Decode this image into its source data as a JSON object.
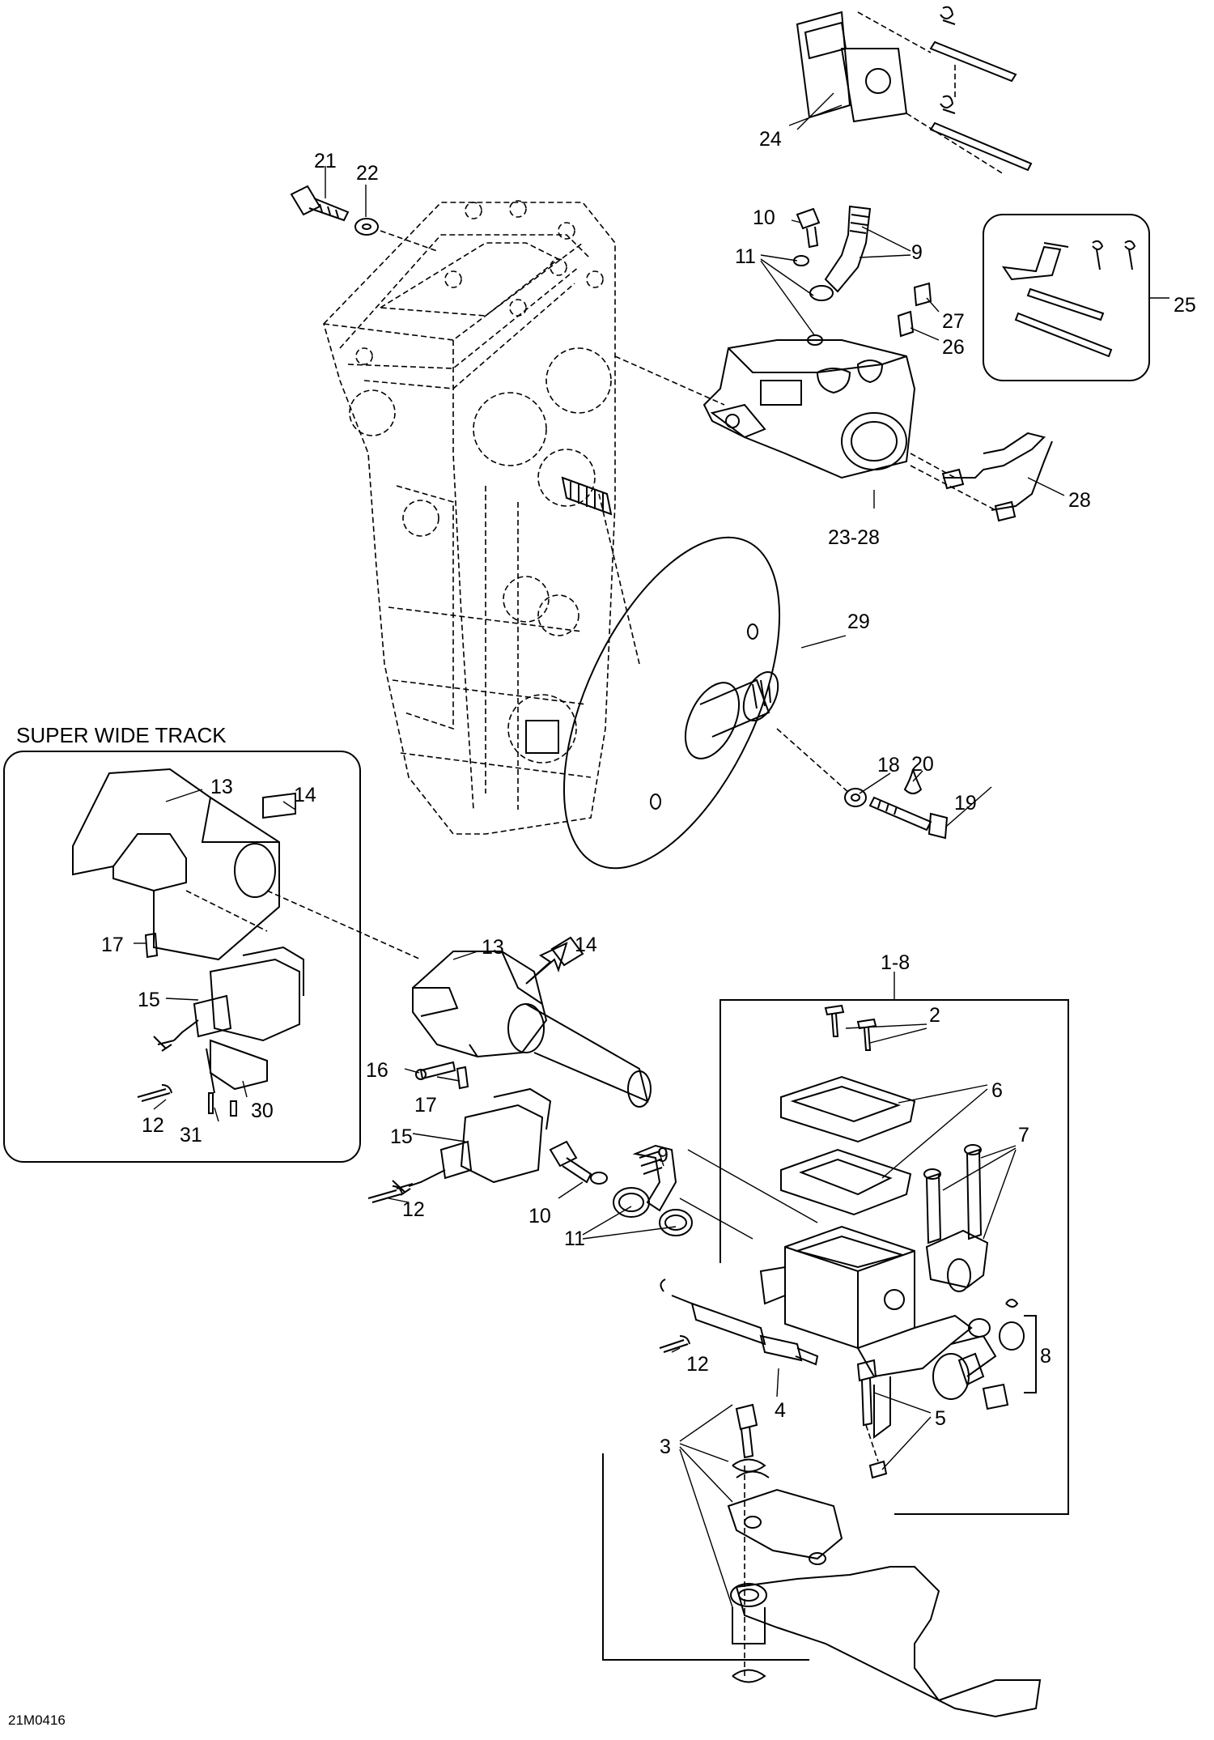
{
  "figure_code": "21M0416",
  "inset_title": "SUPER WIDE TRACK",
  "callouts": {
    "c24": "24",
    "c21": "21",
    "c22": "22",
    "c10a": "10",
    "c9a": "9",
    "c11a": "11",
    "c27": "27",
    "c26": "26",
    "c25": "25",
    "c28": "28",
    "c2328": "23-28",
    "c29": "29",
    "c18": "18",
    "c20": "20",
    "c19": "19",
    "c13a": "13",
    "c14a": "14",
    "c17a": "17",
    "c15a": "15",
    "c12a": "12",
    "c30": "30",
    "c31": "31",
    "c13b": "13",
    "c14b": "14",
    "c18x": "1-8",
    "c2": "2",
    "c6": "6",
    "c7": "7",
    "c16": "16",
    "c17b": "17",
    "c15b": "15",
    "c9b": "9",
    "c12b": "12",
    "c10b": "10",
    "c11b": "11",
    "c8": "8",
    "c12c": "12",
    "c4": "4",
    "c5": "5",
    "c3": "3"
  }
}
